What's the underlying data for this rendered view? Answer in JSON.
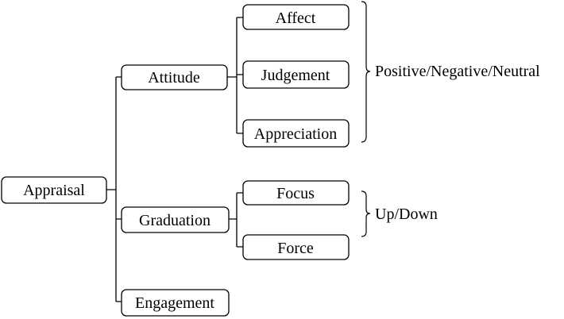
{
  "root": {
    "label": "Appraisal"
  },
  "categories": [
    {
      "label": "Attitude",
      "subs": [
        "Affect",
        "Judgement",
        "Appreciation"
      ]
    },
    {
      "label": "Graduation",
      "subs": [
        "Focus",
        "Force"
      ]
    },
    {
      "label": "Engagement"
    }
  ],
  "brace_labels": {
    "attitude": "Positive/Negative/Neutral",
    "graduation": "Up/Down"
  }
}
